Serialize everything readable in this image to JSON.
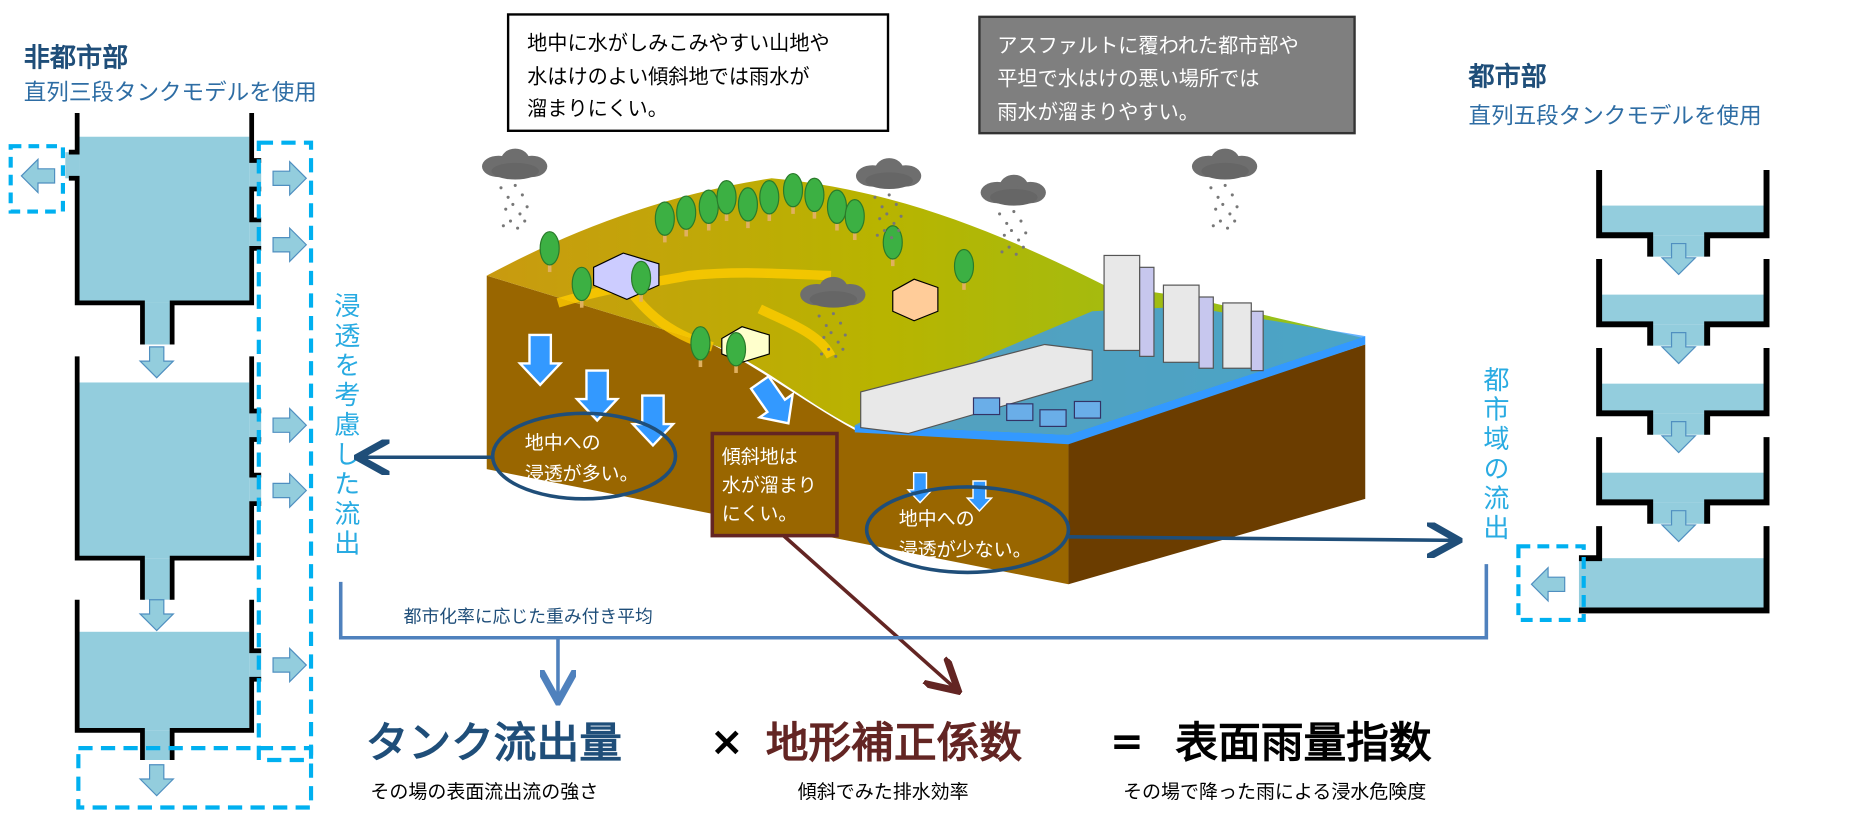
{
  "left": {
    "title": "非都市部",
    "subtitle": "直列三段タンクモデルを使用",
    "flow_label": "浸透を考慮した流出"
  },
  "right": {
    "title": "都市部",
    "subtitle": "直列五段タンクモデルを使用",
    "flow_label": "都市域の流出"
  },
  "callouts": {
    "rural_box": [
      "地中に水がしみこみやすい山地や",
      "水はけのよい傾斜地では雨水が",
      "溜まりにくい。"
    ],
    "urban_box": [
      "アスファルトに覆われた都市部や",
      "平坦で水はけの悪い場所では",
      "雨水が溜まりやすい。"
    ],
    "infiltration_high": [
      "地中への",
      "浸透が多い。"
    ],
    "slope_box": [
      "傾斜地は",
      "水が溜まり",
      "にくい。"
    ],
    "infiltration_low": [
      "地中への",
      "浸透が少ない。"
    ]
  },
  "weighted_average": "都市化率に応じた重み付き平均",
  "formula": {
    "term1": "タンク流出量",
    "times": "×",
    "term2": "地形補正係数",
    "equals": "=",
    "result": "表面雨量指数",
    "term1_desc": "その場の表面流出流の強さ",
    "term2_desc": "傾斜でみた排水効率",
    "result_desc": "その場で降った雨による浸水危険度"
  },
  "colors": {
    "navy": "#1f4e79",
    "maroon": "#632523",
    "cyan": "#29abe2",
    "water": "#93cddd",
    "bracket": "#4f81bd"
  }
}
